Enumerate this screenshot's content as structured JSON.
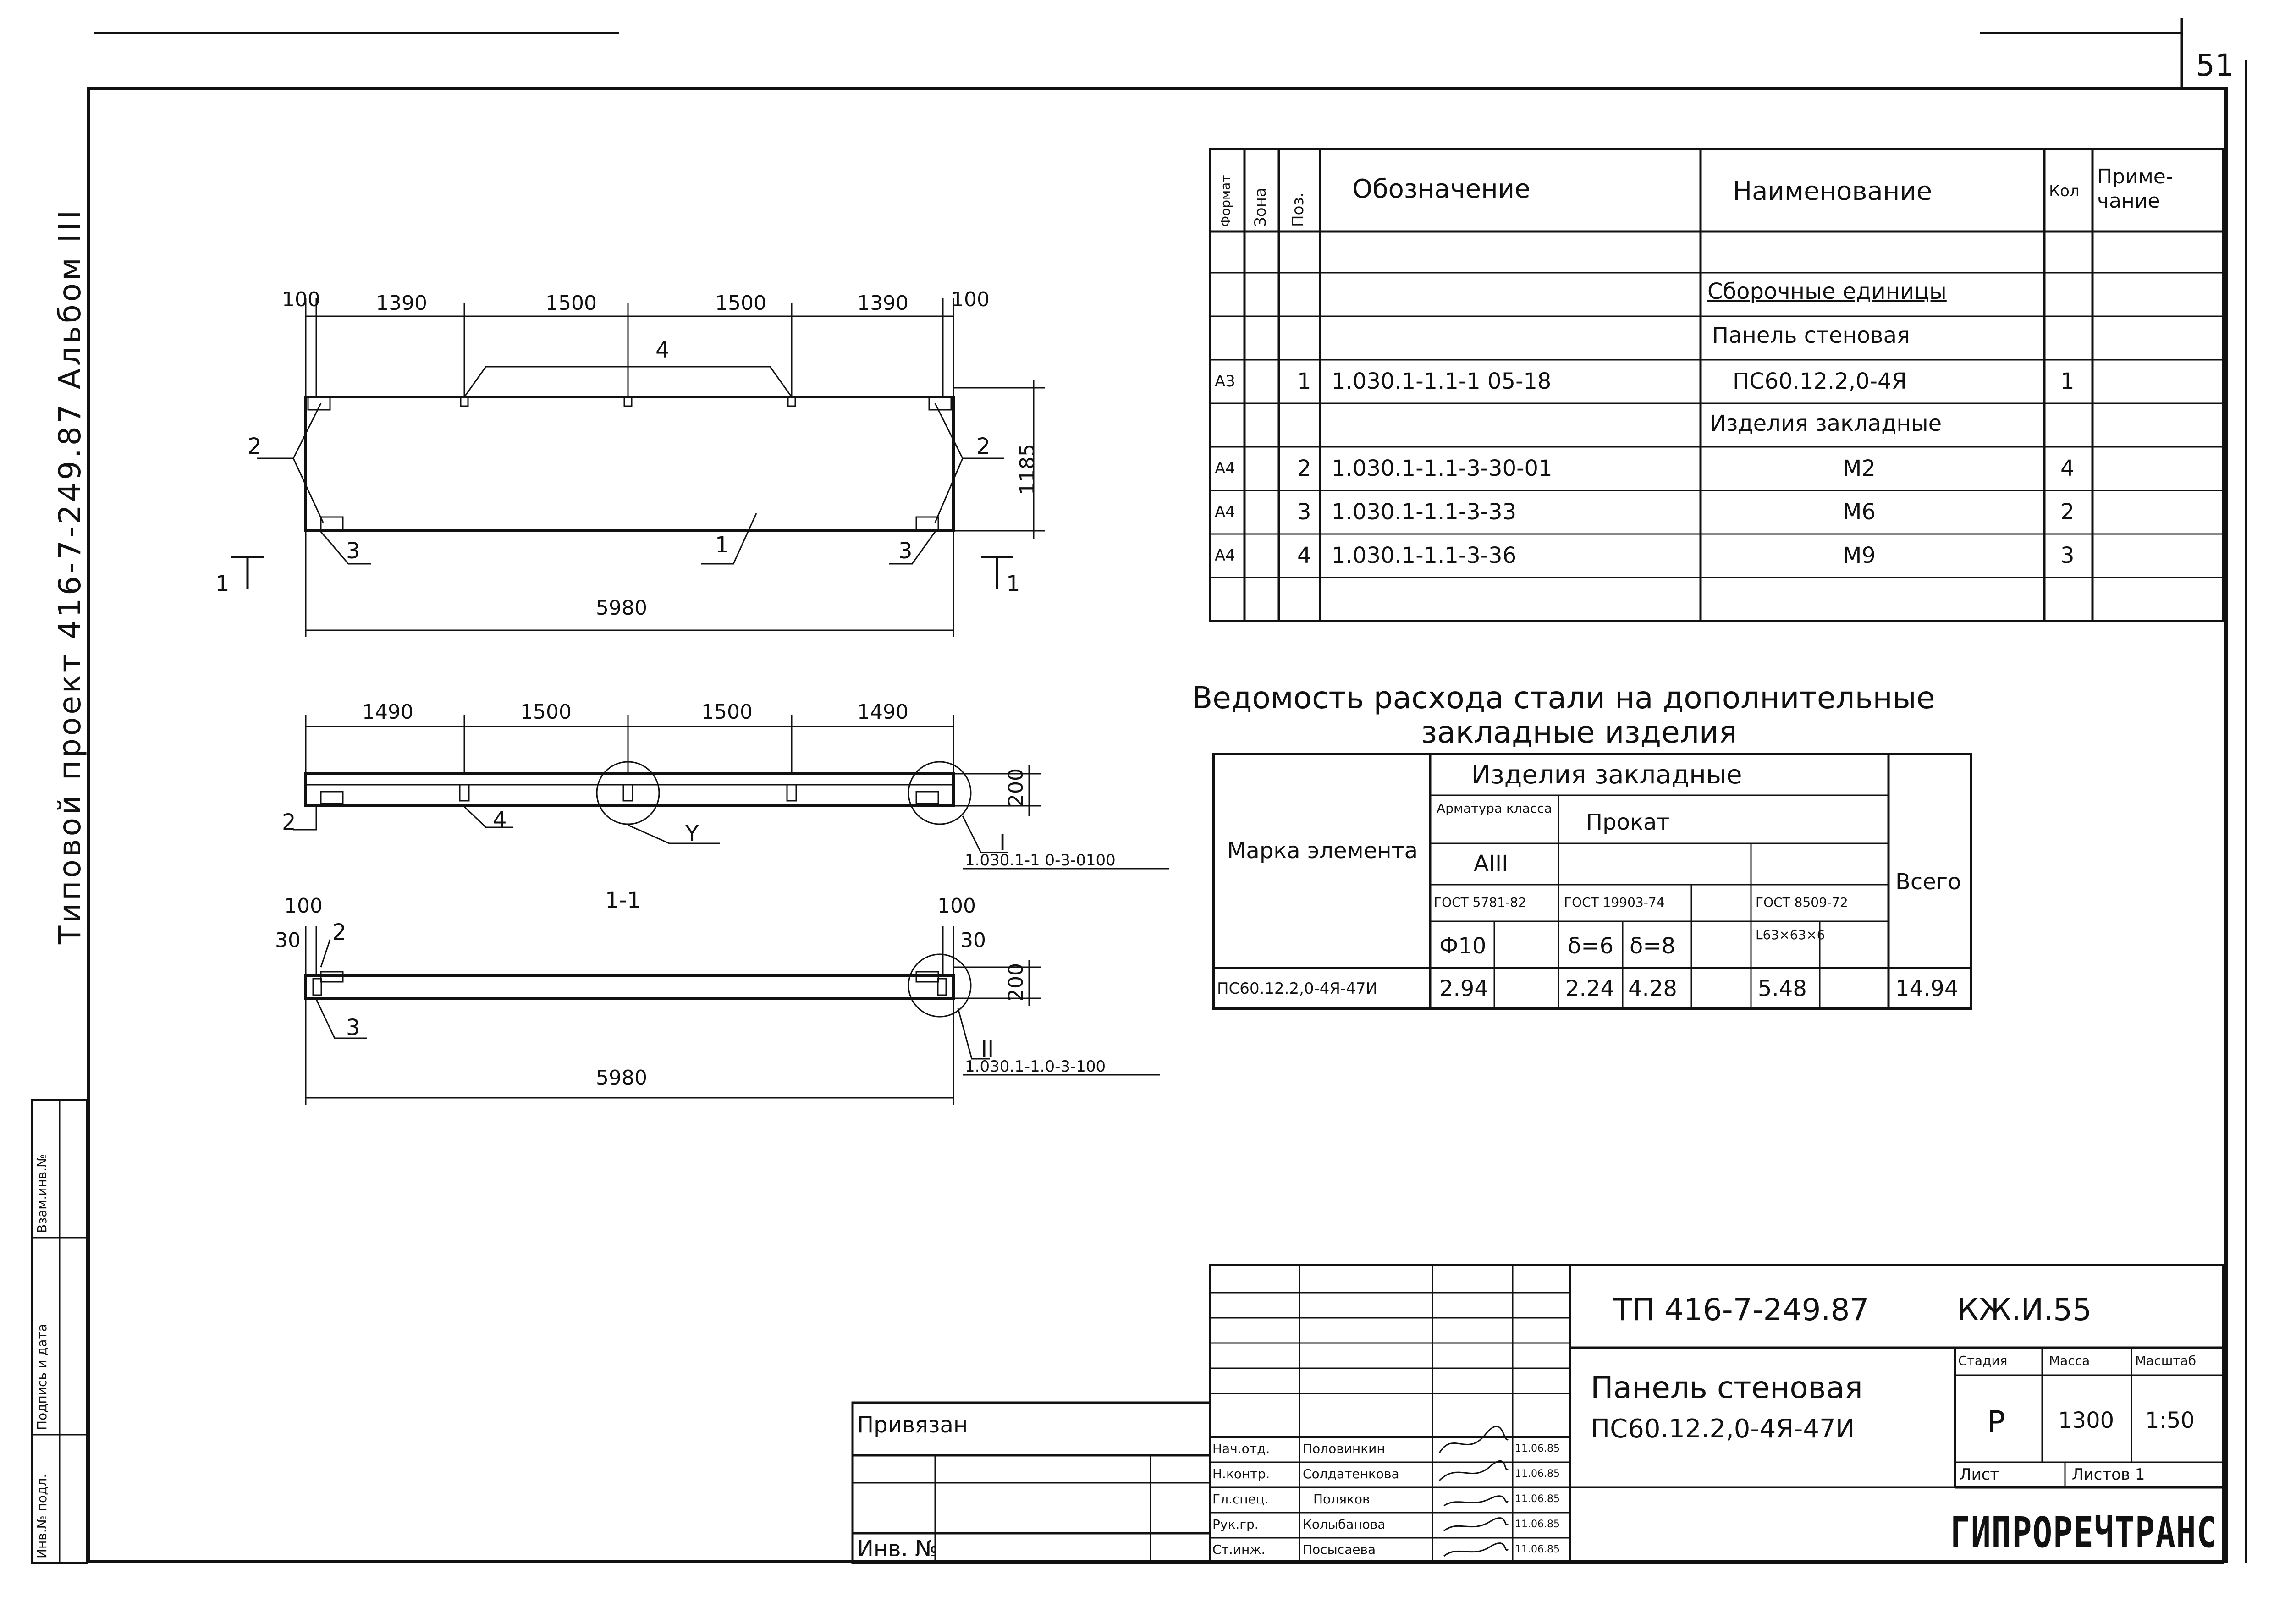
{
  "sheet_number": "51",
  "left_margin_text": "Типовой проект 416-7-249.87 Альбом III",
  "stamp_vertical": [
    "Инв.№ подл.",
    "Подпись и дата",
    "Взам.инв.№"
  ],
  "plan_view": {
    "dims_top": [
      "100",
      "1390",
      "1500",
      "1500",
      "1390",
      "100"
    ],
    "height_dim": "1185",
    "bottom_dim": "5980",
    "callouts": [
      "4",
      "2",
      "2",
      "3",
      "3",
      "1"
    ],
    "section_marks": [
      "1",
      "1"
    ]
  },
  "elevation_view": {
    "dims_top": [
      "1490",
      "1500",
      "1500",
      "1490"
    ],
    "height_dim": "200",
    "callouts": [
      "2",
      "4",
      "Y"
    ],
    "detail_mark": "I",
    "detail_ref": "1.030.1-1 0-3-0100"
  },
  "section_view": {
    "title": "1-1",
    "dims": [
      "100",
      "30",
      "100",
      "30"
    ],
    "height_dim": "200",
    "callouts": [
      "2",
      "3"
    ],
    "bottom_dim": "5980",
    "detail_mark": "II",
    "detail_ref": "1.030.1-1.0-3-100"
  },
  "spec_table": {
    "headers": [
      "Формат",
      "Зона",
      "Поз.",
      "Обозначение",
      "Наименование",
      "Кол",
      "Приме-чание"
    ],
    "rows": [
      {
        "fmt": "",
        "zone": "",
        "pos": "",
        "code": "",
        "name": "Сборочные единицы",
        "qty": "",
        "note": ""
      },
      {
        "fmt": "",
        "zone": "",
        "pos": "",
        "code": "",
        "name": "Панель стеновая",
        "qty": "",
        "note": ""
      },
      {
        "fmt": "А3",
        "zone": "",
        "pos": "1",
        "code": "1.030.1-1.1-1 05-18",
        "name": "ПС60.12.2,0-4Я",
        "qty": "1",
        "note": ""
      },
      {
        "fmt": "",
        "zone": "",
        "pos": "",
        "code": "",
        "name": "Изделия закладные",
        "qty": "",
        "note": ""
      },
      {
        "fmt": "А4",
        "zone": "",
        "pos": "2",
        "code": "1.030.1-1.1-3-30-01",
        "name": "М2",
        "qty": "4",
        "note": ""
      },
      {
        "fmt": "А4",
        "zone": "",
        "pos": "3",
        "code": "1.030.1-1.1-3-33",
        "name": "М6",
        "qty": "2",
        "note": ""
      },
      {
        "fmt": "А4",
        "zone": "",
        "pos": "4",
        "code": "1.030.1-1.1-3-36",
        "name": "М9",
        "qty": "3",
        "note": ""
      },
      {
        "fmt": "",
        "zone": "",
        "pos": "",
        "code": "",
        "name": "",
        "qty": "",
        "note": ""
      }
    ]
  },
  "steel_table": {
    "title_line1": "Ведомость расхода стали на дополнительные",
    "title_line2": "закладные изделия",
    "col_mark": "Марка элемента",
    "col_group": "Изделия закладные",
    "col_armatura": "Арматура класса",
    "col_prokat": "Прокат",
    "col_total": "Всего",
    "class": "АIII",
    "gost1": "ГОСТ 5781-82",
    "gost2": "ГОСТ 19903-74",
    "gost3": "ГОСТ 8509-72",
    "sub_phi": "Ф10",
    "sub_d6": "δ=6",
    "sub_d8": "δ=8",
    "sub_angle": "L63×63×6",
    "row_mark": "ПС60.12.2,0-4Я-47И",
    "v_phi": "2.94",
    "v_d6": "2.24",
    "v_d8": "4.28",
    "v_angle": "5.48",
    "v_total": "14.94"
  },
  "title_block": {
    "project_code": "ТП 416-7-249.87",
    "sheet_code": "КЖ.И.55",
    "title_line1": "Панель стеновая",
    "title_line2": "ПС60.12.2,0-4Я-47И",
    "stage_label": "Стадия",
    "mass_label": "Масса",
    "scale_label": "Масштаб",
    "stage": "Р",
    "mass": "1300",
    "scale": "1:50",
    "sheet_label": "Лист",
    "sheets_label": "Листов 1",
    "org": "ГИПРОРЕЧТРАНС",
    "privyazan": "Привязан",
    "inv_no": "Инв. №",
    "signers": [
      {
        "role": "Нач.отд.",
        "name": "Половинкин",
        "date": "11.06.85"
      },
      {
        "role": "Н.контр.",
        "name": "Солдатенкова",
        "date": "11.06.85"
      },
      {
        "role": "Гл.спец.",
        "name": "Поляков",
        "date": "11.06.85"
      },
      {
        "role": "Рук.гр.",
        "name": "Колыбанова",
        "date": "11.06.85"
      },
      {
        "role": "Ст.инж.",
        "name": "Посысаева",
        "date": "11.06.85"
      }
    ]
  }
}
